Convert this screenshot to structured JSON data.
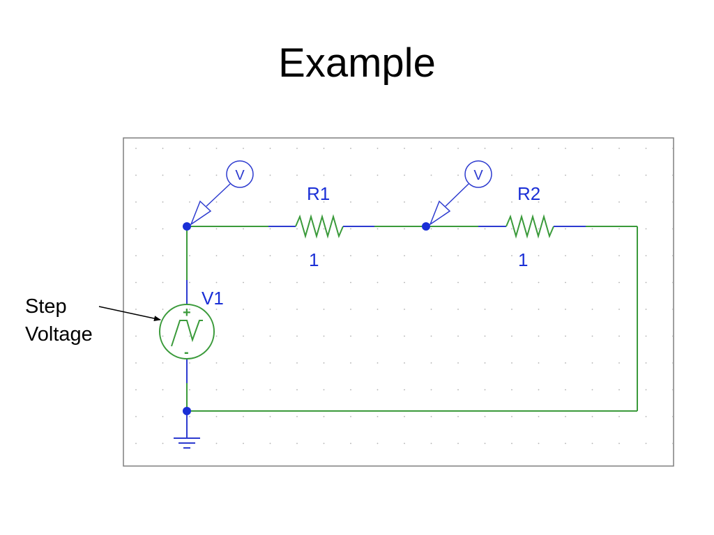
{
  "slide": {
    "title": "Example",
    "callout": {
      "line1": "Step",
      "line2": "Voltage"
    }
  },
  "schematic": {
    "colors": {
      "wire": "#3a9a3a",
      "part": "#2c3acf",
      "label": "#1a2fd6",
      "grid_dot": "#b0b0b0",
      "frame": "#7f7f7f"
    },
    "components": {
      "r1": {
        "ref": "R1",
        "value": "1"
      },
      "r2": {
        "ref": "R2",
        "value": "1"
      },
      "v1": {
        "ref": "V1",
        "plus": "+",
        "minus": "-"
      },
      "probe1": {
        "symbol": "V"
      },
      "probe2": {
        "symbol": "V"
      }
    },
    "icons": [
      "step-voltage-source-icon",
      "resistor-icon",
      "voltage-probe-icon",
      "ground-icon",
      "junction-dot-icon"
    ]
  }
}
